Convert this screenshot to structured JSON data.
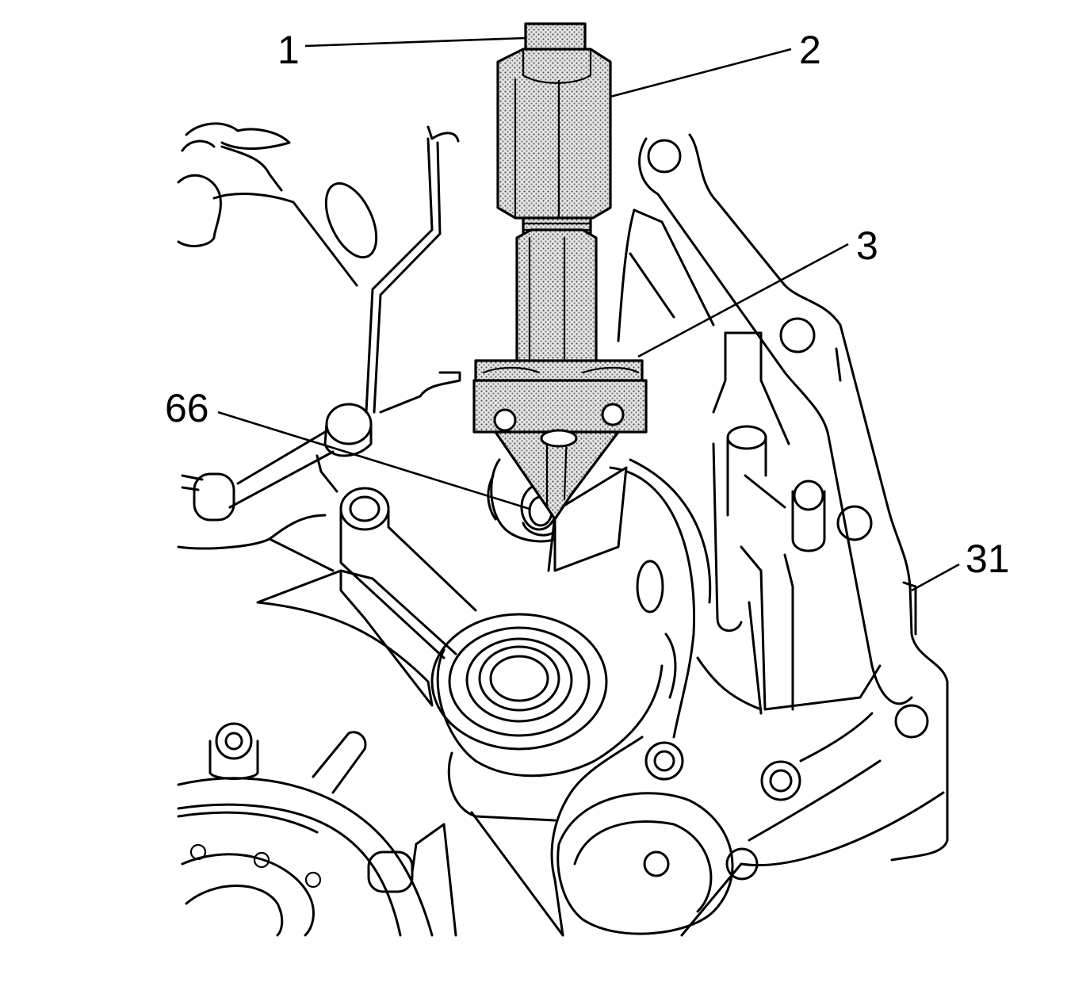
{
  "callouts": [
    {
      "id": "1",
      "text": "1"
    },
    {
      "id": "2",
      "text": "2"
    },
    {
      "id": "3",
      "text": "3"
    },
    {
      "id": "66",
      "text": "66"
    },
    {
      "id": "31",
      "text": "31"
    }
  ],
  "colors": {
    "line": "#000000",
    "background": "#ffffff",
    "tool_fill": "stipple-gray"
  }
}
